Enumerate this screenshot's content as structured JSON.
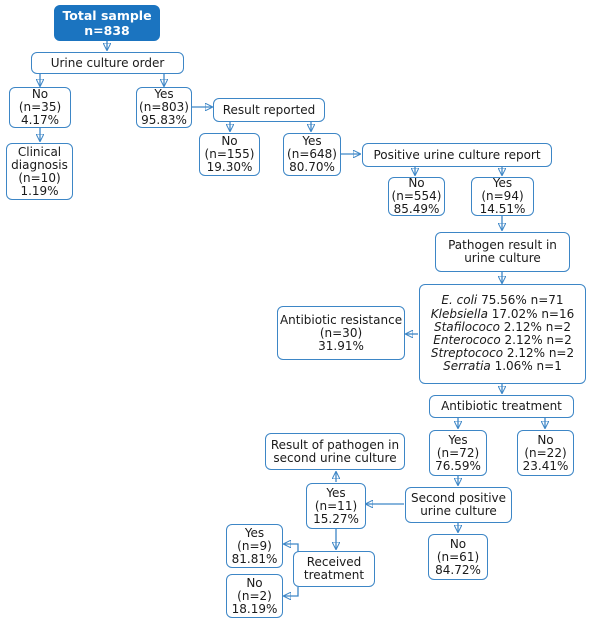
{
  "nodes": {
    "total": {
      "line1": "Total sample",
      "line2": "n=838"
    },
    "urine_order": {
      "line1": "Urine culture order"
    },
    "no_order": {
      "line1": "No",
      "line2": "(n=35)",
      "line3": "4.17%"
    },
    "clinical_dx": {
      "line1": "Clinical",
      "line2": "diagnosis",
      "line3": "(n=10)",
      "line4": "1.19%"
    },
    "yes_order": {
      "line1": "Yes",
      "line2": "(n=803)",
      "line3": "95.83%"
    },
    "result_reported": {
      "line1": "Result reported"
    },
    "no_result": {
      "line1": "No",
      "line2": "(n=155)",
      "line3": "19.30%"
    },
    "yes_result": {
      "line1": "Yes",
      "line2": "(n=648)",
      "line3": "80.70%"
    },
    "positive_report": {
      "line1": "Positive urine culture report"
    },
    "no_positive": {
      "line1": "No",
      "line2": "(n=554)",
      "line3": "85.49%"
    },
    "yes_positive": {
      "line1": "Yes",
      "line2": "(n=94)",
      "line3": "14.51%"
    },
    "pathogen_result": {
      "line1": "Pathogen result in",
      "line2": "urine culture"
    },
    "pathogens": [
      {
        "name": "E. coli",
        "value": " 75.56% n=71"
      },
      {
        "name": "Klebsiella",
        "value": " 17.02% n=16"
      },
      {
        "name": "Stafilococo",
        "value": " 2.12% n=2"
      },
      {
        "name": "Enterococo",
        "value": " 2.12% n=2"
      },
      {
        "name": "Streptococo",
        "value": " 2.12% n=2"
      },
      {
        "name": "Serratia",
        "value": " 1.06% n=1"
      }
    ],
    "antibiotic_resistance": {
      "line1": "Antibiotic resistance",
      "line2": "(n=30)",
      "line3": "31.91%"
    },
    "antibiotic_treatment": {
      "line1": "Antibiotic treatment"
    },
    "yes_treatment": {
      "line1": "Yes",
      "line2": "(n=72)",
      "line3": "76.59%"
    },
    "no_treatment": {
      "line1": "No",
      "line2": "(n=22)",
      "line3": "23.41%"
    },
    "second_positive": {
      "line1": "Second positive",
      "line2": "urine culture"
    },
    "no_second": {
      "line1": "No",
      "line2": "(n=61)",
      "line3": "84.72%"
    },
    "yes_second": {
      "line1": "Yes",
      "line2": "(n=11)",
      "line3": "15.27%"
    },
    "second_pathogen": {
      "line1": "Result of pathogen in",
      "line2": "second urine culture"
    },
    "received_treatment": {
      "line1": "Received",
      "line2": "treatment"
    },
    "yes_received": {
      "line1": "Yes",
      "line2": "(n=9)",
      "line3": "81.81%"
    },
    "no_received": {
      "line1": "No",
      "line2": "(n=2)",
      "line3": "18.19%"
    }
  },
  "colors": {
    "box_border": "#3d86c6",
    "root_fill": "#1b74c0",
    "root_text": "#ffffff"
  }
}
